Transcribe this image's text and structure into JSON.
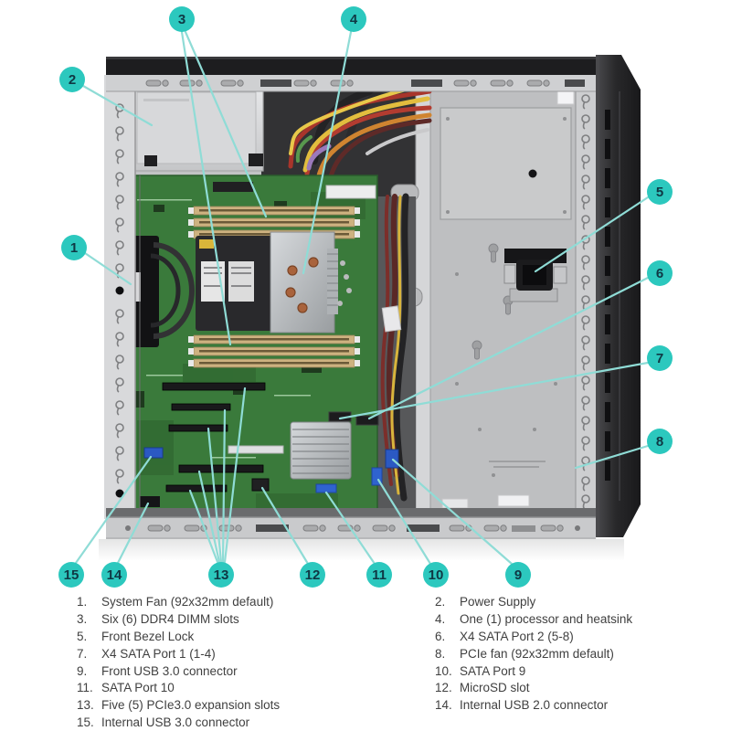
{
  "figure": {
    "kind": "server-internal-components-diagram",
    "description": "Open tower server chassis photo with numbered component callouts"
  },
  "colors": {
    "accent_teal": "#2cc8be",
    "leader_line": "#8fdcd6",
    "callout_number": "#0f3844",
    "legend_text": "#404040"
  },
  "callouts": [
    {
      "number": "1"
    },
    {
      "number": "2"
    },
    {
      "number": "3"
    },
    {
      "number": "4"
    },
    {
      "number": "5"
    },
    {
      "number": "6"
    },
    {
      "number": "7"
    },
    {
      "number": "8"
    },
    {
      "number": "9"
    },
    {
      "number": "10"
    },
    {
      "number": "11"
    },
    {
      "number": "12"
    },
    {
      "number": "13"
    },
    {
      "number": "14"
    },
    {
      "number": "15"
    }
  ],
  "legend": {
    "left": [
      {
        "num": "1.",
        "label": "System Fan (92x32mm default)"
      },
      {
        "num": "3.",
        "label": "Six (6) DDR4 DIMM slots"
      },
      {
        "num": "5.",
        "label": "Front Bezel Lock"
      },
      {
        "num": "7.",
        "label": "X4 SATA Port 1 (1-4)"
      },
      {
        "num": "9.",
        "label": "Front USB 3.0 connector"
      },
      {
        "num": "11.",
        "label": "SATA Port 10"
      },
      {
        "num": "13.",
        "label": "Five (5) PCIe3.0 expansion slots"
      },
      {
        "num": "15.",
        "label": "Internal USB 3.0 connector"
      }
    ],
    "right": [
      {
        "num": "2.",
        "label": "Power Supply"
      },
      {
        "num": "4.",
        "label": "One (1) processor and heatsink"
      },
      {
        "num": "6.",
        "label": "X4 SATA Port 2 (5-8)"
      },
      {
        "num": "8.",
        "label": "PCIe fan (92x32mm default)"
      },
      {
        "num": "10.",
        "label": "SATA Port 9"
      },
      {
        "num": "12.",
        "label": "MicroSD slot"
      },
      {
        "num": "14.",
        "label": "Internal USB 2.0 connector"
      }
    ]
  }
}
